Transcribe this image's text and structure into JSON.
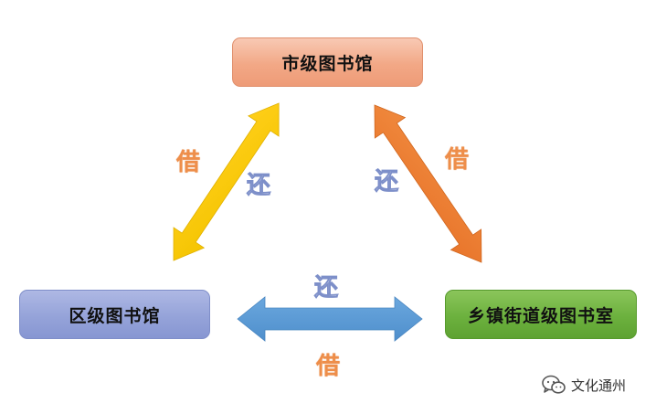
{
  "nodes": {
    "city": "市级图书馆",
    "district": "区级图书馆",
    "township": "乡镇街道级图书室"
  },
  "edges": {
    "left": {
      "borrow": "借",
      "return": "还",
      "color": "#ffc000"
    },
    "right": {
      "borrow": "借",
      "return": "还",
      "color": "#ed7d31"
    },
    "bottom": {
      "borrow": "借",
      "return": "还",
      "color": "#5b9bd5"
    }
  },
  "colors": {
    "borrow_text": "#ee8e4a",
    "return_outline": "#7d8fc9"
  },
  "watermark": {
    "icon": "wechat-icon",
    "text": "文化通州"
  }
}
